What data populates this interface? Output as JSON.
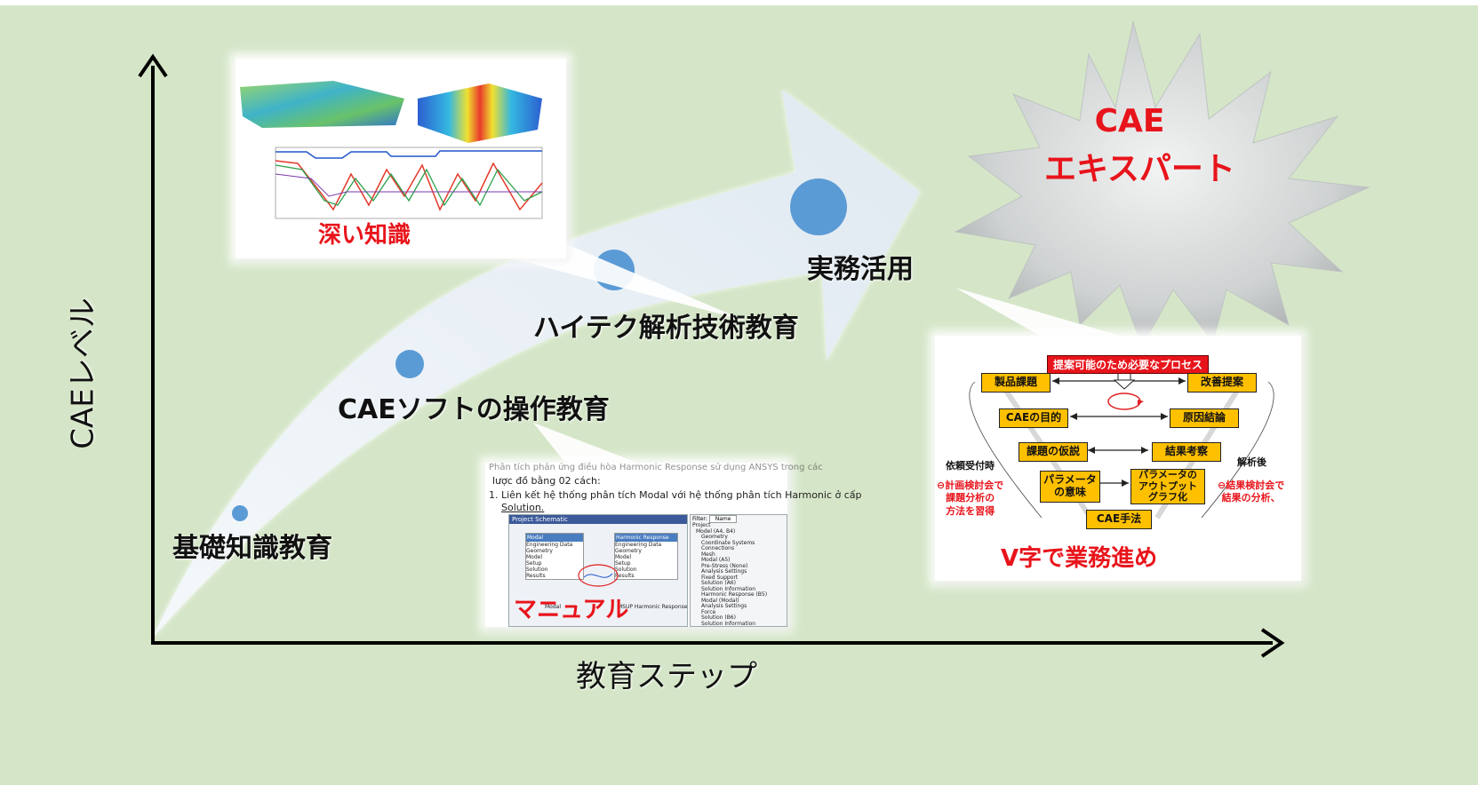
{
  "axes": {
    "y_label": "CAEレベル",
    "x_label": "教育ステップ"
  },
  "steps": [
    {
      "label": "基礎知識教育"
    },
    {
      "label": "CAEソフトの操作教育"
    },
    {
      "label": "ハイテク解析技術教育"
    },
    {
      "label": "実務活用"
    }
  ],
  "goal": {
    "line1": "CAE",
    "line2": "エキスパート"
  },
  "cards": {
    "deep": {
      "caption": "深い知識"
    },
    "manual": {
      "caption": "マニュアル",
      "line1": "Phân tích phản ứng điều hòa Harmonic Response sử dụng ANSYS trong các",
      "line2": "lược đồ bằng 02 cách:",
      "line3": "1.  Liên kết hệ thống phân tích Modal với hệ thống phân tích Harmonic ở cấp",
      "line4": "Solution.",
      "schematic_title": "Project Schematic",
      "systemA": {
        "header": "Modal",
        "rows": [
          "Engineering Data",
          "Geometry",
          "Model",
          "Setup",
          "Solution",
          "Results"
        ],
        "footer": "Modal"
      },
      "systemB": {
        "header": "Harmonic Response",
        "rows": [
          "Engineering Data",
          "Geometry",
          "Model",
          "Setup",
          "Solution",
          "Results"
        ],
        "footer": "MSUP Harmonic Response"
      },
      "tree": {
        "filter": "Filter:",
        "filter_value": "Name",
        "items": [
          "Project",
          "Model (A4, B4)",
          "Geometry",
          "Coordinate Systems",
          "Connections",
          "Mesh",
          "Modal (A5)",
          "Pre-Stress (None)",
          "Analysis Settings",
          "Fixed Support",
          "Solution (A6)",
          "Solution Information",
          "Harmonic Response (B5)",
          "Modal (Modal)",
          "Analysis Settings",
          "Force",
          "Solution (B6)",
          "Solution Information"
        ]
      }
    },
    "vprocess": {
      "banner": "提案可能のため必要なプロセス",
      "left": [
        "製品課題",
        "CAEの目的",
        "課題の仮説",
        "パラメータ\nの意味"
      ],
      "right": [
        "改善提案",
        "原因結論",
        "結果考察",
        "パラメータの\nアウトプット\nグラフ化"
      ],
      "bottom": "CAE手法",
      "left_note_title": "依頼受付時",
      "left_note": "⊖計画検討会で\n課題分析の\n方法を習得",
      "right_note_title": "解析後",
      "right_note": "⊖結果検討会で\n結果の分析、",
      "caption": "V字で業務進め"
    }
  },
  "colors": {
    "background": "#d5e6c8",
    "arrow": "#eef3f7",
    "dot": "#5b9bd5",
    "accent_red": "#e8141b",
    "box_fill": "#ffc000",
    "star": "#c9cccc"
  }
}
